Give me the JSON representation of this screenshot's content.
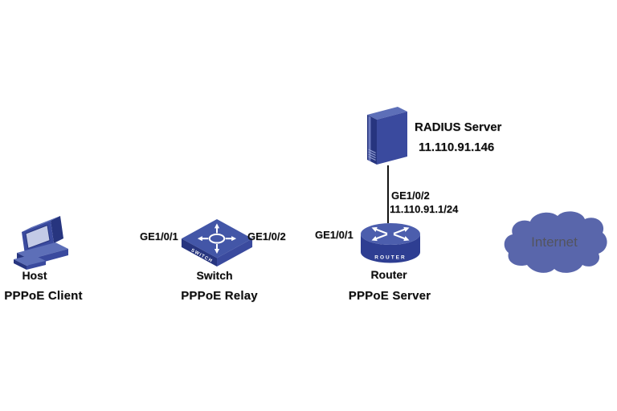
{
  "nodes": {
    "host": {
      "name": "Host",
      "role": "PPPoE Client"
    },
    "switch": {
      "name": "Switch",
      "role": "PPPoE Relay",
      "left_port": "GE1/0/1",
      "right_port": "GE1/0/2",
      "face_label": "SWITCH"
    },
    "router": {
      "name": "Router",
      "role": "PPPoE Server",
      "left_port": "GE1/0/1",
      "face_label": "ROUTER"
    },
    "radius_server": {
      "name": "RADIUS Server",
      "ip": "11.110.91.146"
    },
    "internet": {
      "name": "Internet"
    }
  },
  "links": {
    "router_radius": {
      "port": "GE1/0/2",
      "ip": "11.110.91.1/24"
    }
  },
  "colors": {
    "background": "#FFFFFF",
    "face_mid": "#3A4A9E",
    "face_dark": "#27357F",
    "face_light": "#5D6FB8",
    "switch_top": "#4356A7",
    "router_top": "#4C5EAD",
    "router_side": "#2E3E92",
    "screen": "#C3CAE6",
    "server_strip": "#6A78BD",
    "server_vents": "#93A0D2",
    "cloud": "#5966AB",
    "link_line": "#141414",
    "label_text": "#0D0D0D",
    "internet_text": "#53545F",
    "icon_white": "#FFFFFF"
  }
}
